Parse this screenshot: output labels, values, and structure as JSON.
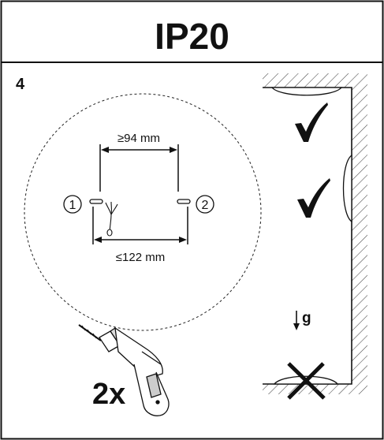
{
  "header": {
    "rating": "IP20"
  },
  "step": {
    "number": "4"
  },
  "mounting_template": {
    "min_spacing": "≥94 mm",
    "max_spacing": "≤122 mm",
    "hole_1": "1",
    "hole_2": "2"
  },
  "drill": {
    "count": "2x"
  },
  "orientation": {
    "gravity_label": "g",
    "ceiling_status": "allowed",
    "wall_status": "allowed",
    "floor_status": "not-allowed",
    "check_icon": "check-mark-icon",
    "cross_icon": "cross-mark-icon"
  }
}
